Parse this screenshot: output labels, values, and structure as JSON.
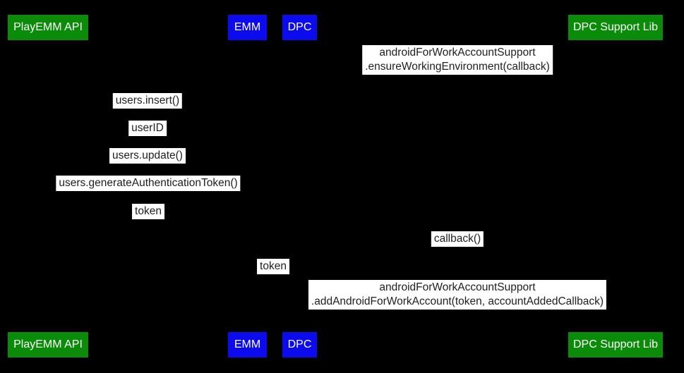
{
  "diagram": {
    "type": "sequence-diagram",
    "background": "#000000",
    "colors": {
      "actor_green": "#0a8c08",
      "actor_blue": "#0b0bee",
      "actor_text": "#ffffff",
      "label_bg": "#ffffff",
      "label_text": "#212121"
    },
    "actors": [
      {
        "id": "playemm-api",
        "label": "PlayEMM API",
        "color": "#0a8c08"
      },
      {
        "id": "emm",
        "label": "EMM",
        "color": "#0b0bee"
      },
      {
        "id": "dpc",
        "label": "DPC",
        "color": "#0b0bee"
      },
      {
        "id": "dpc-support-lib",
        "label": "DPC Support Lib",
        "color": "#0a8c08"
      }
    ],
    "messages": [
      {
        "lines": [
          "androidForWorkAccountSupport",
          ".ensureWorkingEnvironment(callback)"
        ]
      },
      {
        "lines": [
          "users.insert()"
        ]
      },
      {
        "lines": [
          "userID"
        ]
      },
      {
        "lines": [
          "users.update()"
        ]
      },
      {
        "lines": [
          "users.generateAuthenticationToken()"
        ]
      },
      {
        "lines": [
          "token"
        ]
      },
      {
        "lines": [
          "callback()"
        ]
      },
      {
        "lines": [
          "token"
        ]
      },
      {
        "lines": [
          "androidForWorkAccountSupport",
          ".addAndroidForWorkAccount(token, accountAddedCallback)"
        ]
      }
    ]
  }
}
